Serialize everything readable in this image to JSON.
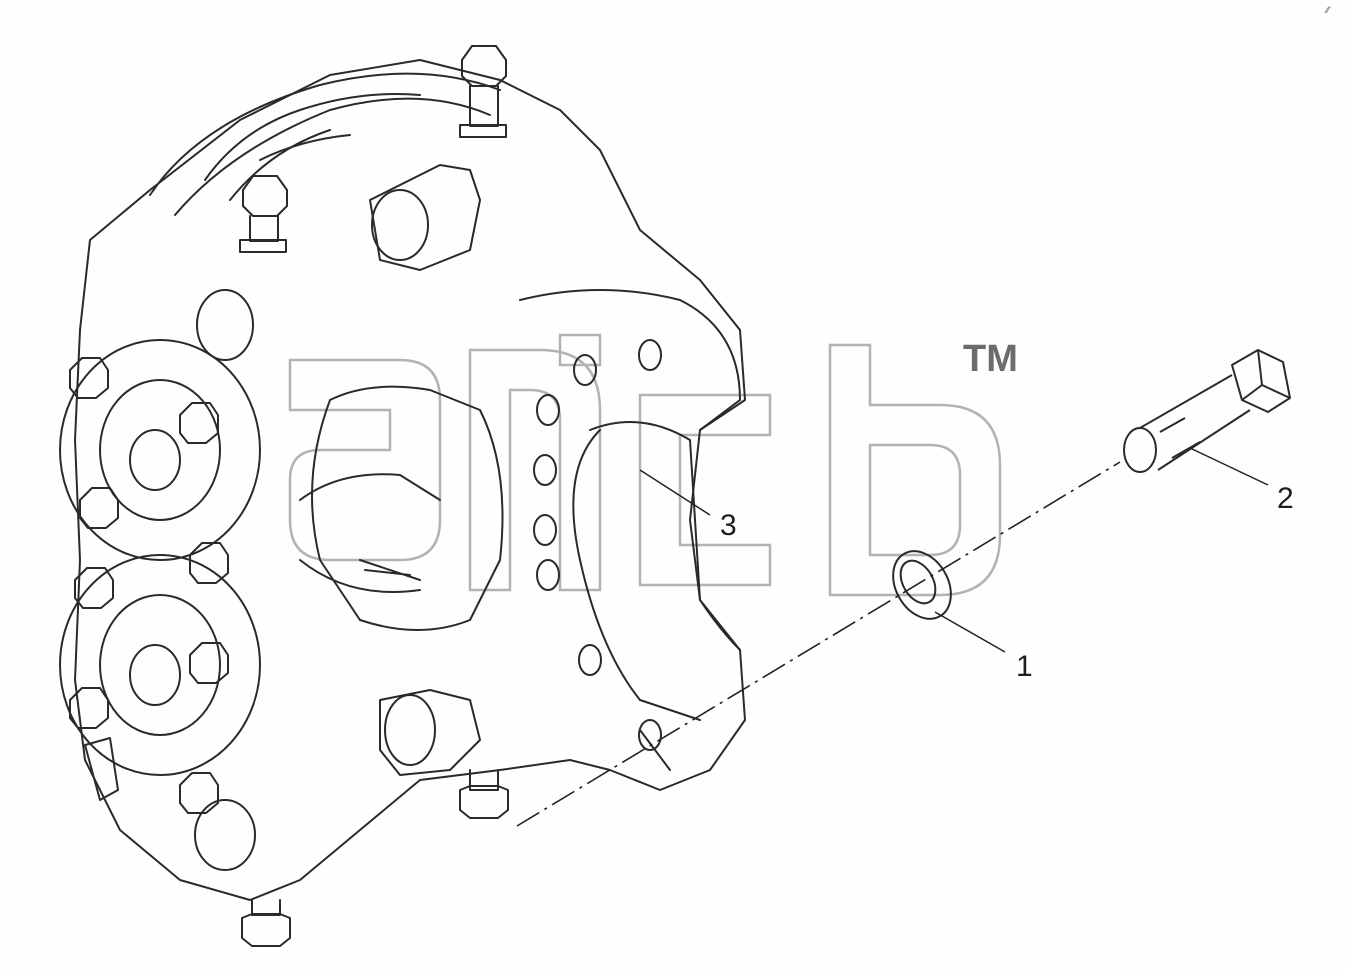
{
  "callouts": [
    {
      "number": "1",
      "part": "washer"
    },
    {
      "number": "2",
      "part": "bolt"
    },
    {
      "number": "3",
      "part": "brake-caliper-assembly"
    }
  ],
  "watermark": {
    "trademark": "TM"
  },
  "corner_mark": "⁄⁄"
}
